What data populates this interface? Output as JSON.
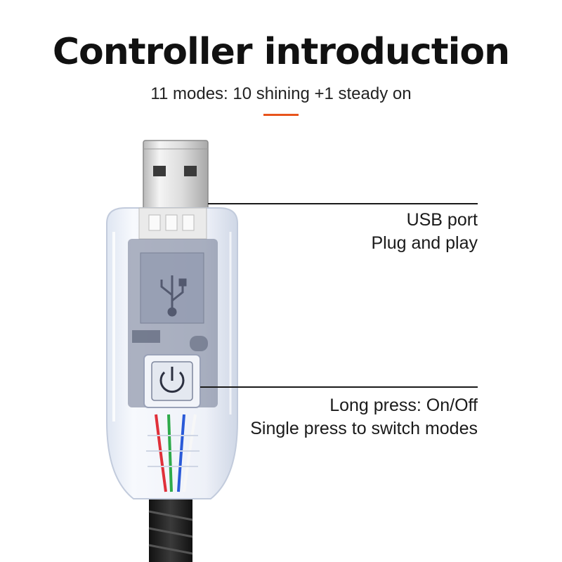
{
  "header": {
    "title": "Controller introduction",
    "subtitle": "11 modes: 10 shining +1 steady on",
    "accent_color": "#e8541c"
  },
  "callouts": [
    {
      "line1": "USB port",
      "line2": "Plug and play"
    },
    {
      "line1": "Long press: On/Off",
      "line2": "Single press to switch modes"
    }
  ],
  "product": {
    "icons": [
      "usb-plug-icon",
      "usb-symbol-icon",
      "power-button-icon"
    ],
    "wire_colors": [
      "#e0303a",
      "#2eaa4a",
      "#2a5ad8",
      "#f2f2f2"
    ]
  }
}
